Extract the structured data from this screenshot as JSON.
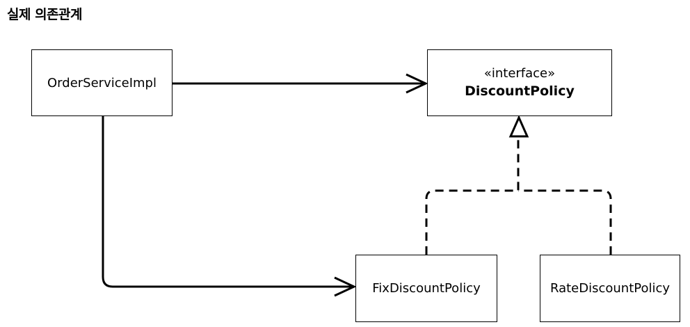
{
  "title": "실제 의존관계",
  "nodes": {
    "order_service_impl": "OrderServiceImpl",
    "discount_policy_stereotype": "«interface»",
    "discount_policy": "DiscountPolicy",
    "fix_discount_policy": "FixDiscountPolicy",
    "rate_discount_policy": "RateDiscountPolicy"
  },
  "edges": [
    {
      "from": "OrderServiceImpl",
      "to": "DiscountPolicy",
      "kind": "dependency"
    },
    {
      "from": "OrderServiceImpl",
      "to": "FixDiscountPolicy",
      "kind": "dependency"
    },
    {
      "from": "FixDiscountPolicy",
      "to": "DiscountPolicy",
      "kind": "realization"
    },
    {
      "from": "RateDiscountPolicy",
      "to": "DiscountPolicy",
      "kind": "realization"
    }
  ],
  "colors": {
    "line": "#000000",
    "background": "#ffffff"
  }
}
